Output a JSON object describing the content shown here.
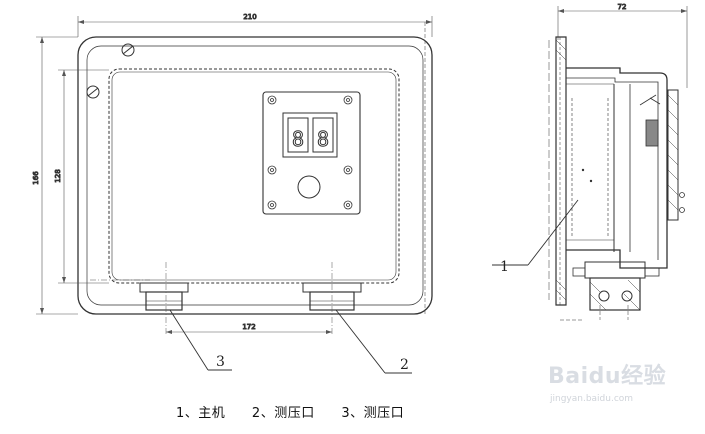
{
  "dimensions": {
    "overall_width": "210",
    "overall_height": "166",
    "inner_height": "128",
    "port_spacing": "172",
    "side_depth": "72"
  },
  "display": {
    "digit_1": "8",
    "digit_2": "8"
  },
  "callouts": {
    "c1": "1",
    "c2": "2",
    "c3": "3"
  },
  "caption": {
    "item_1": "1、主机",
    "item_2": "2、测压口",
    "item_3": "3、测压口"
  },
  "watermark": {
    "brand": "Baidu经验",
    "url": "jingyan.baidu.com"
  }
}
